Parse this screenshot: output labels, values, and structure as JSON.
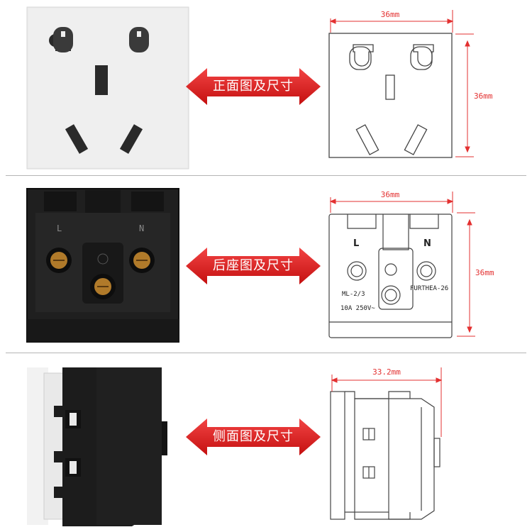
{
  "rows": [
    {
      "label": "正面图及尺寸",
      "width_dim": "36mm",
      "height_dim": "36mm"
    },
    {
      "label": "后座图及尺寸",
      "width_dim": "36mm",
      "height_dim": "36mm",
      "terminal_left": "L",
      "terminal_right": "N",
      "model_left": "ML-2/3",
      "model_right": "FURTHEA-26",
      "rating": "10A 250V~"
    },
    {
      "label": "侧面图及尺寸",
      "depth_dim": "33.2mm"
    }
  ],
  "colors": {
    "accent": "#e32020",
    "dim_line": "#e33030",
    "panel_white": "#ededed",
    "body_black": "#1c1c1c"
  }
}
